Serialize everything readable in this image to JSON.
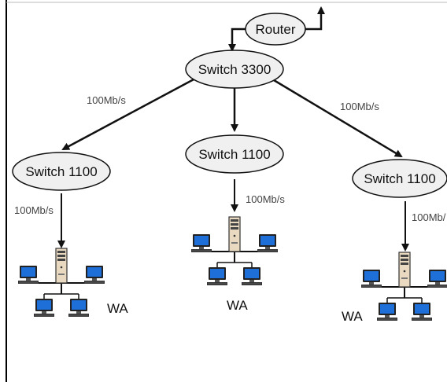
{
  "nodes": {
    "router": "Router",
    "core_switch": "Switch 3300",
    "switch_left": "Switch 1100",
    "switch_center": "Switch 1100",
    "switch_right": "Switch 1100"
  },
  "links": {
    "core_to_left": "100Mb/s",
    "core_to_right": "100Mb/s",
    "left_to_group": "100Mb/s",
    "center_to_group": "100Mb/s",
    "right_to_group": "100Mb/"
  },
  "groups": {
    "left": "WA",
    "center": "WA",
    "right": "WA"
  },
  "colors": {
    "ellipse_fill": "#f0f0f0",
    "line": "#111111",
    "monitor_screen": "#1e6fd8",
    "tower": "#e8d9c0"
  }
}
